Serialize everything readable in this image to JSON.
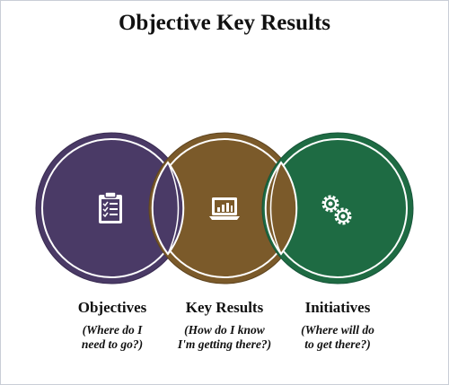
{
  "title": "Objective Key Results",
  "stock_id": "184042732",
  "colors": {
    "objectives": "#4a3a66",
    "key_results": "#7b5a2a",
    "initiatives": "#1e6b43"
  },
  "circles": [
    {
      "heading": "Objectives",
      "sub_line1": "(Where do I",
      "sub_line2": "need to go?)",
      "icon": "clipboard-checklist-icon"
    },
    {
      "heading": "Key Results",
      "sub_line1": "(How do I know",
      "sub_line2": "I'm getting there?)",
      "icon": "laptop-chart-icon"
    },
    {
      "heading": "Initiatives",
      "sub_line1": "(Where will do",
      "sub_line2": "to get there?)",
      "icon": "gears-icon"
    }
  ]
}
